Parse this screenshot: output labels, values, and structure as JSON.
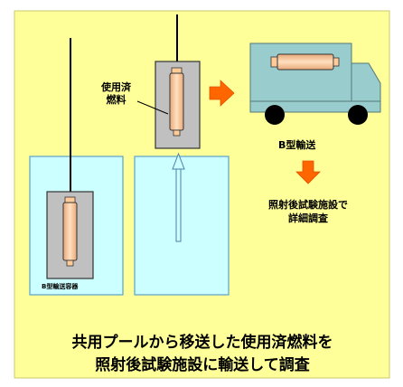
{
  "labels": {
    "spent_fuel": "使用済\n燃料",
    "transport_type_b": "B型輸送",
    "inspection": "照射後試験施設で\n詳細調査",
    "container": "B型輸送容器"
  },
  "caption": {
    "line1": "共用プールから移送した使用済燃料を",
    "line2": "照射後試験施設に輸送して調査"
  },
  "colors": {
    "background": "#FFFF99",
    "pool": "#CCFFFF",
    "cask": "#C0C0C0",
    "fuel": "#FFCC99",
    "truck": "#99CCCC",
    "arrow": "#FF6600",
    "tire": "#000000"
  }
}
